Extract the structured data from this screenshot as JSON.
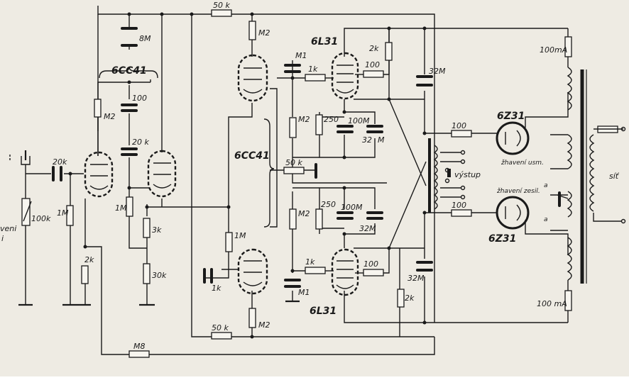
{
  "tubes": {
    "v1": "6CC41",
    "v2": "6CC41",
    "out_top": "6L31",
    "out_bot": "6L31",
    "rect_top": "6Z31",
    "rect_bot": "6Z31"
  },
  "resistors": {
    "r_top_50k": "50 k",
    "r_bot_50k": "50 k",
    "r_m2_top": "M2",
    "r_m2_mid_top": "M2",
    "r_m2_mid_bot": "M2",
    "r_m2_bot": "M2",
    "r_m2_left": "M2",
    "r_1k_top": "1k",
    "r_1k_bot": "1k",
    "r_100_top": "100",
    "r_100_bot": "100",
    "r_250_top": "250",
    "r_250_bot": "250",
    "r_2k_top": "2k",
    "r_2k_bot": "2k",
    "r_2k_left": "2k",
    "r_1m_left": "1M",
    "r_1m_mid": "1M",
    "r_1m_cath": "1M",
    "r_3k": "3k",
    "r_30k": "30k",
    "r_50k_mid": "50 k",
    "r_100k": "100k",
    "r_m8": "M8",
    "r_100_rect_top": "100",
    "r_100_rect_bot": "100",
    "r_100ma_top": "100mA",
    "r_100ma_bot": "100 mA",
    "r_1k_cath": "1k"
  },
  "capacitors": {
    "c_8m": "8M",
    "c_100_grid": "100",
    "c_20k_mid": "20 k",
    "c_20k_in": "20k",
    "c_m1_top": "M1",
    "c_m1_bot": "M1",
    "c_100m_top": "100M",
    "c_100m_bot": "100M",
    "c_32m_top": "32",
    "c_32m_top_b": "M",
    "c_32m_bot": "32M",
    "c_32m_big_top": "32M",
    "c_32m_big_bot": "32M"
  },
  "labels": {
    "output": "výstup",
    "heater_rect": "žhavení usm.",
    "heater_amp": "žhavení zesil.",
    "mains": "síť",
    "mark_a": "a",
    "mark_b": "a",
    "mark_left": "veni",
    "mark_left2": "i"
  }
}
